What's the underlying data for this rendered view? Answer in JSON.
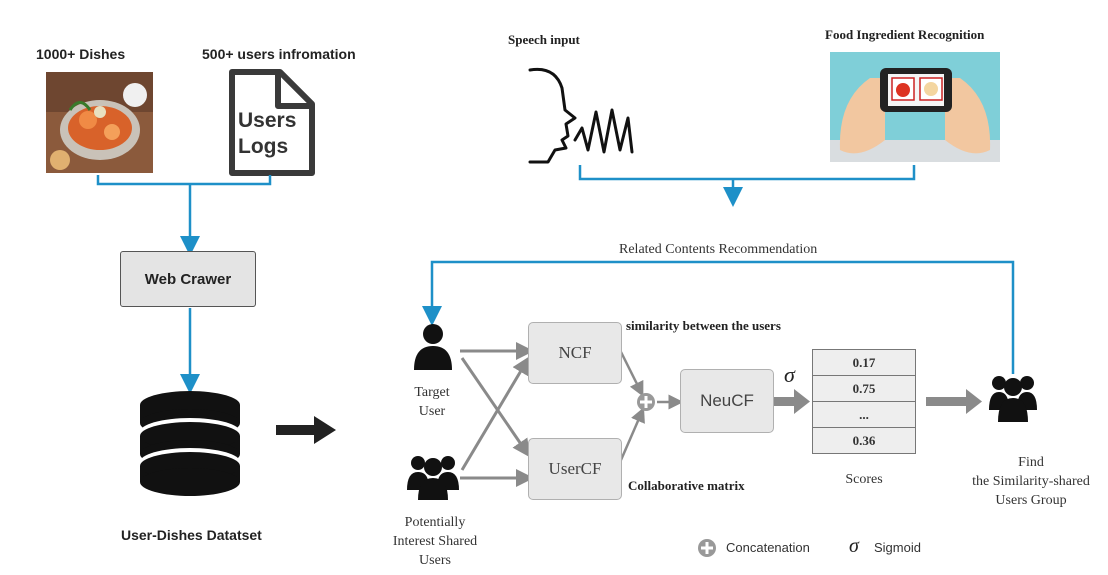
{
  "left": {
    "dishes_label": "1000+ Dishes",
    "users_label": "500+ users infromation",
    "doc_line1": "Users",
    "doc_line2": "Logs",
    "crawler_label": "Web Crawer",
    "dataset_label": "User-Dishes Datatset"
  },
  "top": {
    "speech_label": "Speech input",
    "food_label": "Food Ingredient Recognition"
  },
  "flow": {
    "feedback_label": "Related Contents Recommendation",
    "target_user_line1": "Target",
    "target_user_line2": "User",
    "potential_line1": "Potentially",
    "potential_line2": "Interest Shared",
    "potential_line3": "Users",
    "ncf_label": "NCF",
    "usercf_label": "UserCF",
    "neucf_label": "NeuCF",
    "sim_label": "similarity between the users",
    "collab_label": "Collaborative matrix",
    "sigma": "σ",
    "scores": [
      "0.17",
      "0.75",
      "...",
      "0.36"
    ],
    "scores_label": "Scores",
    "find_line1": "Find",
    "find_line2": "the Similarity-shared",
    "find_line3": "Users Group"
  },
  "legend": {
    "concat_label": "Concatenation",
    "sigma_symbol": "σ",
    "sigmoid_label": "Sigmoid"
  },
  "colors": {
    "connector": "#1e90c8",
    "arrow_gray": "#8a8a8a",
    "box_fill": "#e8e8e8"
  }
}
